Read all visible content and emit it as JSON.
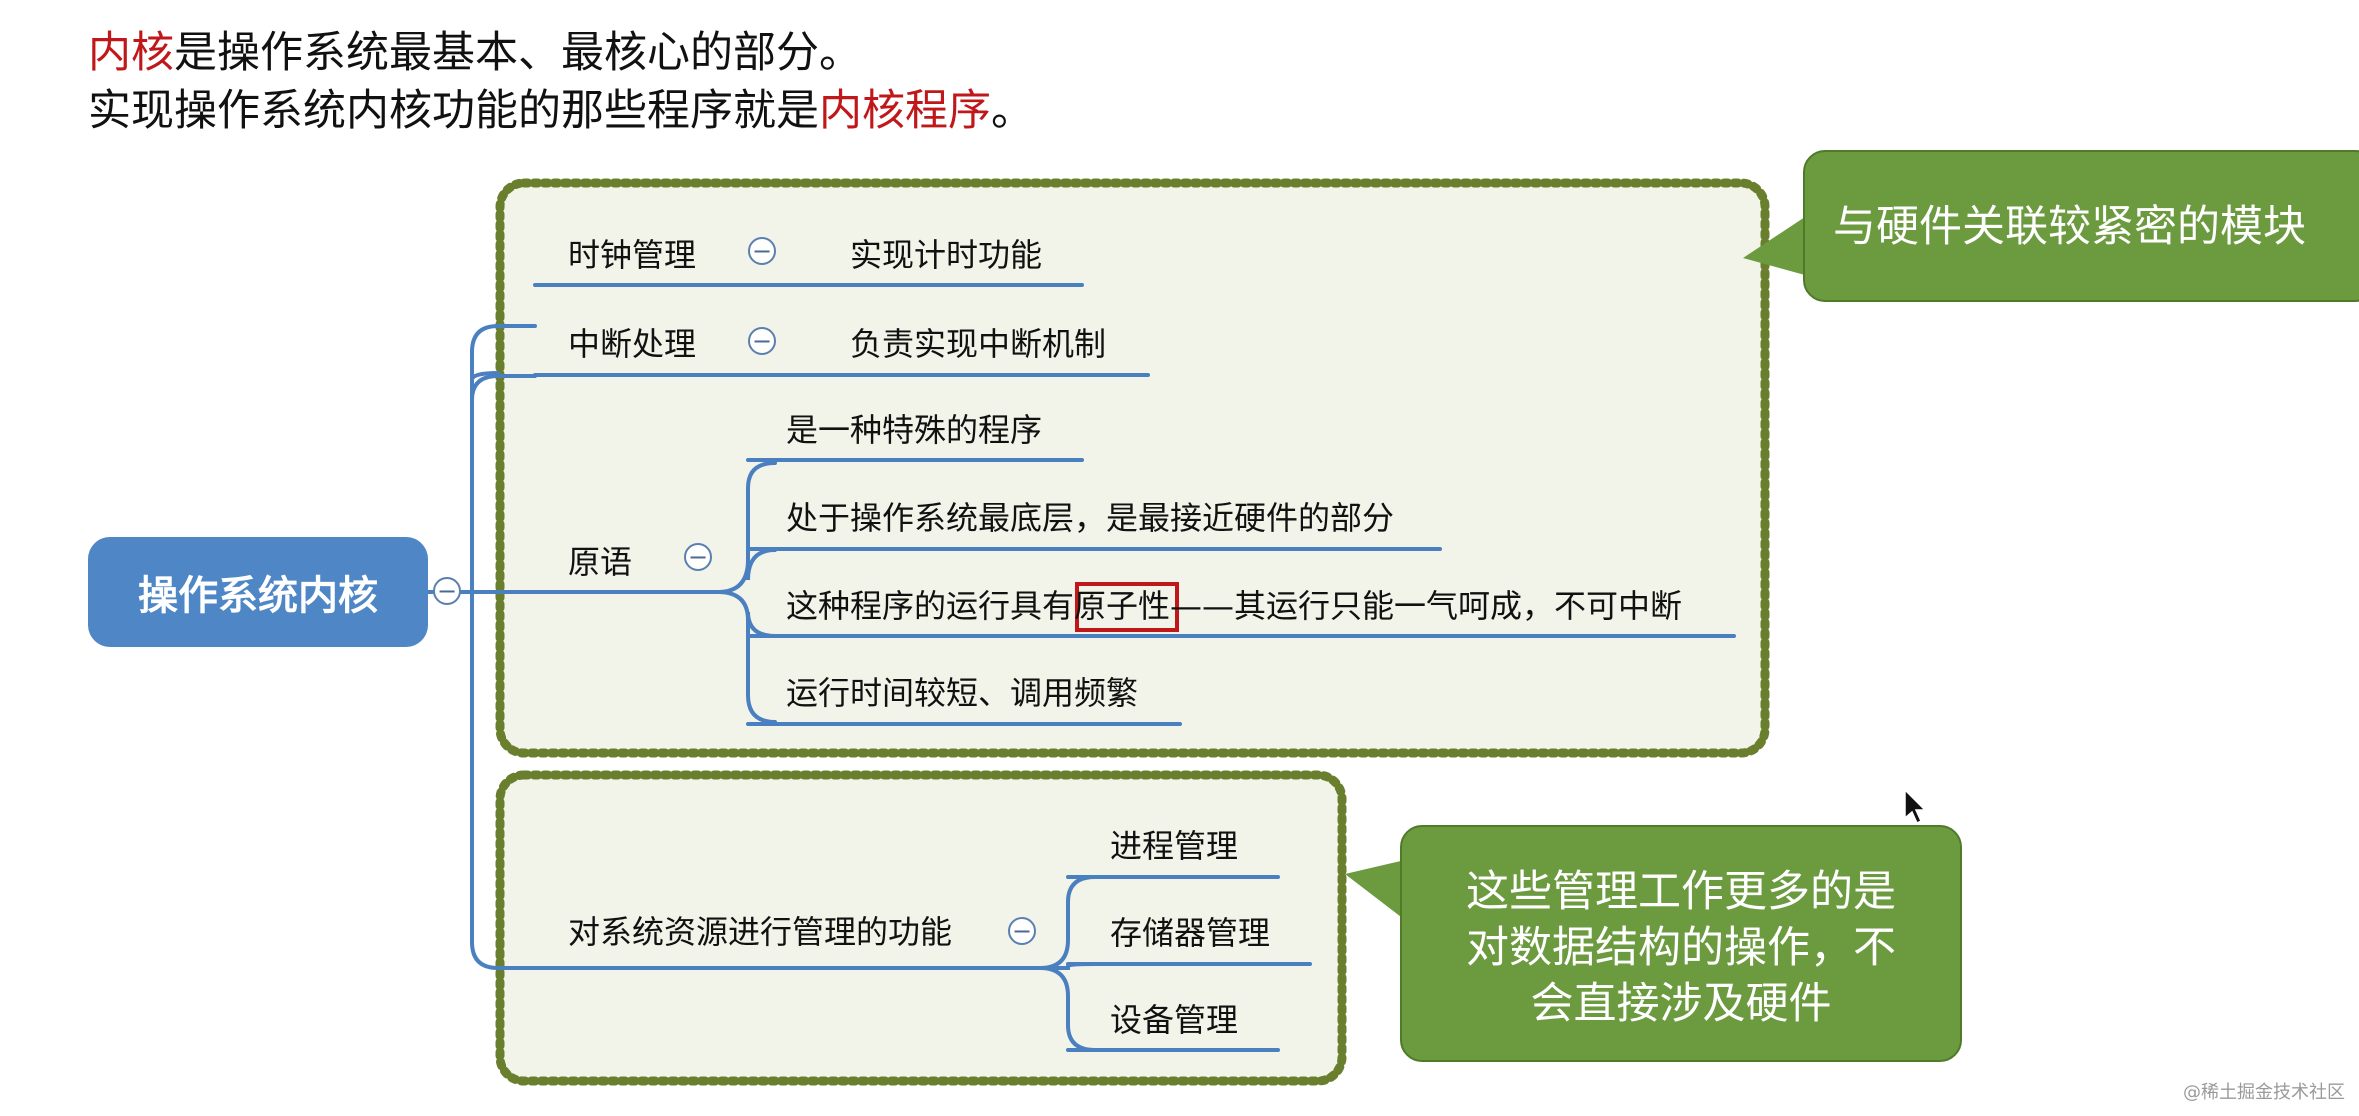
{
  "header": {
    "line1_red": "内核",
    "line1_rest": "是操作系统最基本、最核心的部分。",
    "line2_prefix": "实现操作系统内核功能的那些程序就是",
    "line2_red": "内核程序",
    "line2_suffix": "。"
  },
  "mindmap": {
    "root": "操作系统内核",
    "group1": {
      "clock": {
        "label": "时钟管理",
        "child": "实现计时功能"
      },
      "interrupt": {
        "label": "中断处理",
        "child": "负责实现中断机制"
      },
      "primitive": {
        "label": "原语",
        "children": {
          "c1": "是一种特殊的程序",
          "c2": "处于操作系统最底层，是最接近硬件的部分",
          "c3_prefix": "这种程序的运行具有",
          "c3_highlight": "原子性",
          "c3_suffix": "——其运行只能一气呵成，不可中断",
          "c4": "运行时间较短、调用频繁"
        }
      }
    },
    "group2": {
      "label": "对系统资源进行管理的功能",
      "children": [
        "进程管理",
        "存储器管理",
        "设备管理"
      ]
    },
    "collapse_symbol": "−"
  },
  "callouts": {
    "hardware": "与硬件关联较紧密的模块",
    "data_line1": "这些管理工作更多的是",
    "data_line2": "对数据结构的操作，不",
    "data_line3": "会直接涉及硬件"
  },
  "colors": {
    "accent_red": "#c0181a",
    "node_blue": "#4f86c6",
    "line_blue": "#4a7fc0",
    "callout_green": "#6b9a3f",
    "dotted_border": "#6a7f2d",
    "group_fill": "#f2f3e9"
  },
  "watermark": "@稀土掘金技术社区"
}
